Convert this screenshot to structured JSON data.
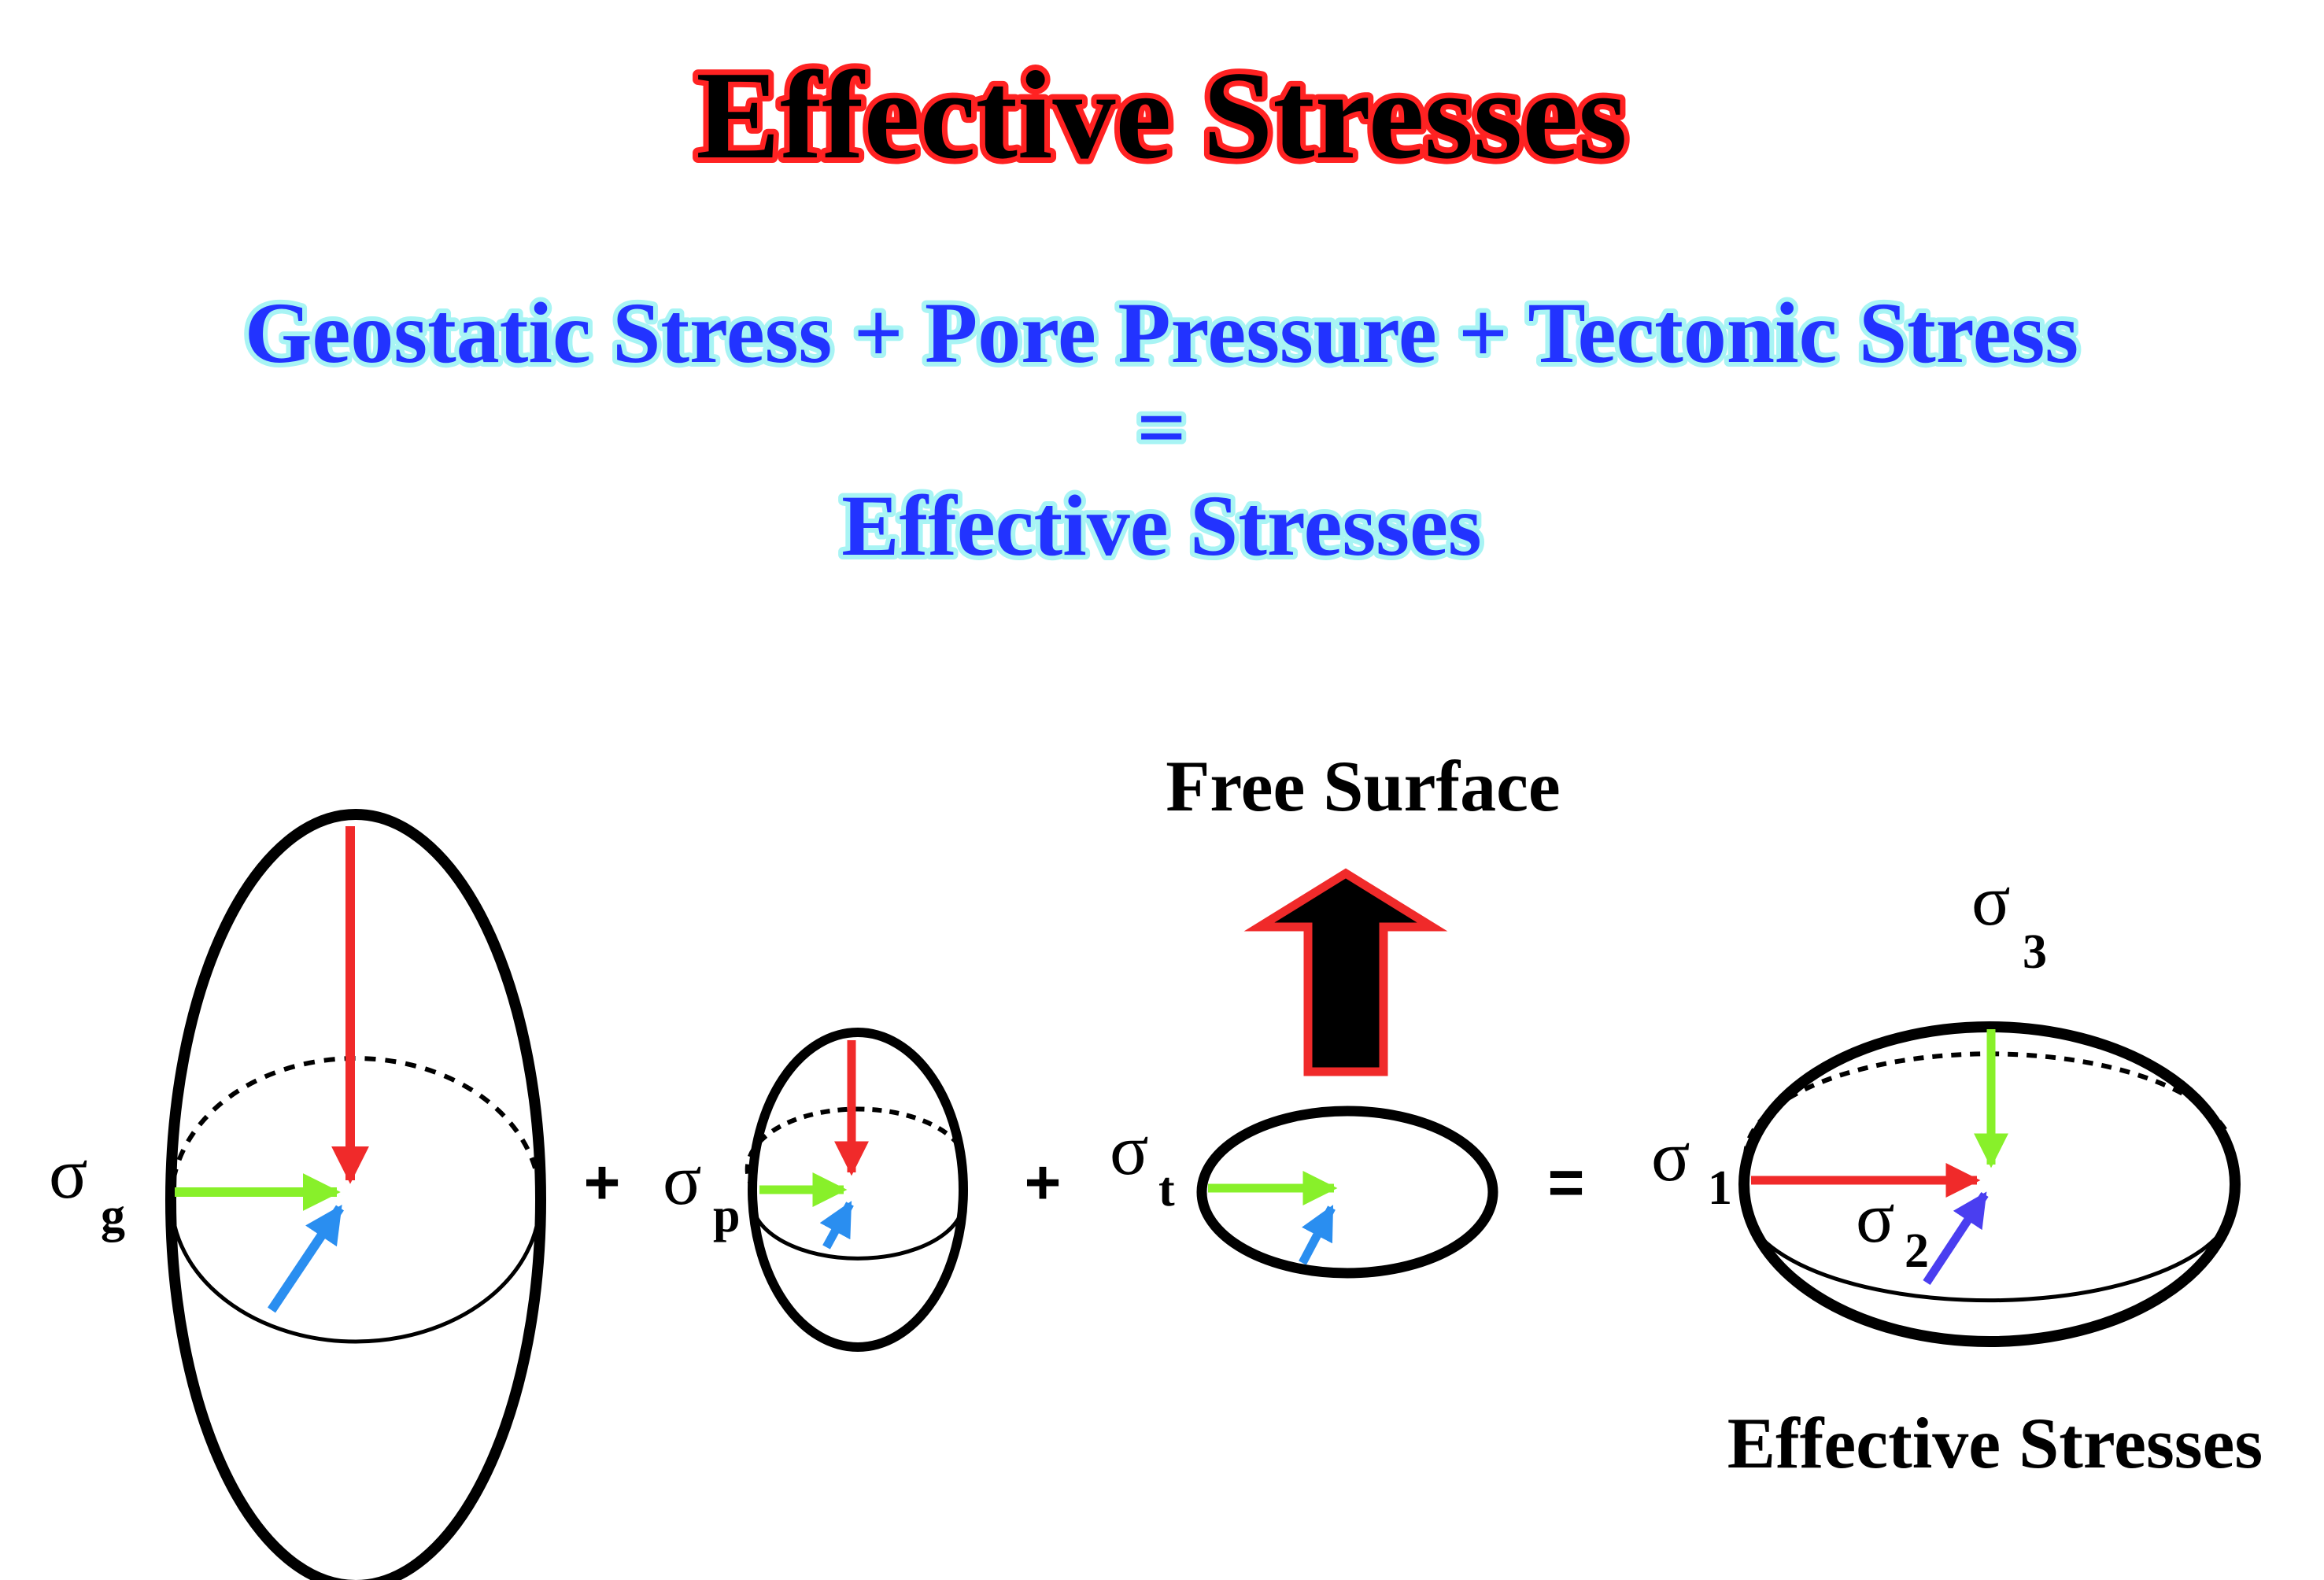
{
  "title": "Effective Stresses",
  "equation": {
    "line1": "Geostatic Stress + Pore Pressure + Tectonic Stress",
    "line2": "=",
    "line3": "Effective Stresses"
  },
  "labels": {
    "free_surface": "Free Surface",
    "result": "Effective Stresses"
  },
  "operators": {
    "plus": "+",
    "equals": "="
  },
  "symbols": {
    "sigma": "σ",
    "geostatic_sub": "g",
    "pore_sub": "p",
    "tectonic_sub": "t",
    "s1_sub": "1",
    "s2_sub": "2",
    "s3_sub": "3"
  },
  "colors": {
    "red_arrow": "#f02a2a",
    "green_arrow": "#88f02a",
    "blue_arrow": "#2a8ef0",
    "purple_arrow": "#4a3ef0",
    "outline": "#000000"
  }
}
